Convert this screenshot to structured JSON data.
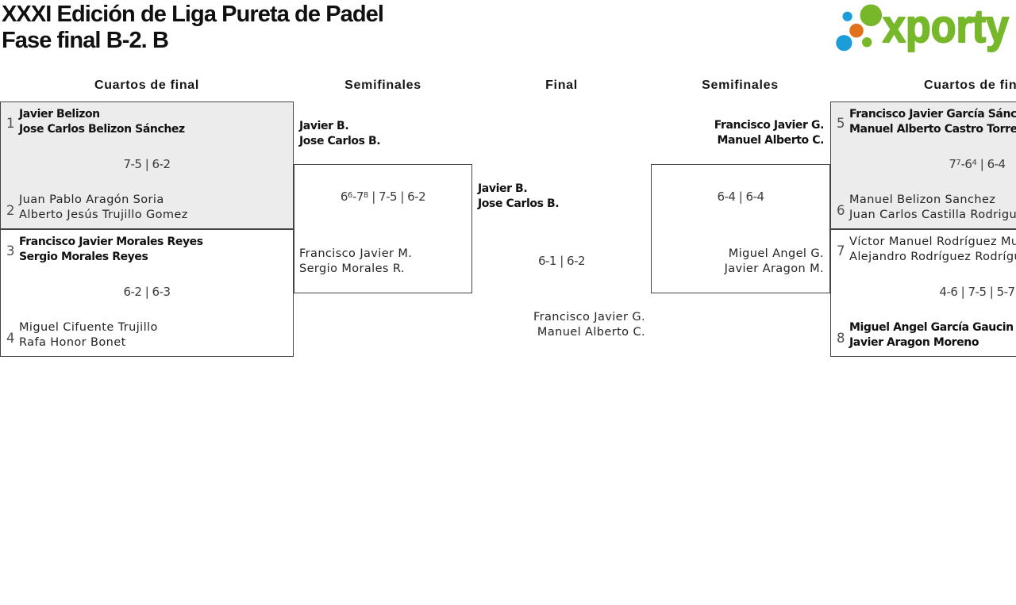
{
  "header": {
    "title_line1": "XXXI Edición de Liga Pureta de Padel",
    "title_line2": "Fase final B-2. B"
  },
  "logo": {
    "brand": "xporty",
    "colors": {
      "green": "#76b82a",
      "blue": "#1b9dd9",
      "orange": "#e2711d"
    }
  },
  "round_headers": {
    "col1": "Cuartos de final",
    "col2": "Semifinales",
    "col3": "Final",
    "col4": "Semifinales",
    "col5": "Cuartos de final"
  },
  "bracket": {
    "quarterfinals_left": [
      {
        "top": {
          "seed": "1",
          "players": [
            "Javier Belizon",
            "Jose Carlos Belizon Sánchez"
          ],
          "winner": true
        },
        "score": "7-5 | 6-2",
        "bottom": {
          "seed": "2",
          "players": [
            "Juan Pablo Aragón Soria",
            "Alberto Jesús Trujillo Gomez"
          ],
          "winner": false
        }
      },
      {
        "top": {
          "seed": "3",
          "players": [
            "Francisco Javier Morales Reyes",
            "Sergio Morales Reyes"
          ],
          "winner": true
        },
        "score": "6-2 | 6-3",
        "bottom": {
          "seed": "4",
          "players": [
            "Miguel Cifuente Trujillo",
            "Rafa Honor Bonet"
          ],
          "winner": false
        }
      }
    ],
    "semifinal_left": {
      "top": {
        "players": [
          "Javier B.",
          "Jose Carlos B."
        ],
        "winner": true
      },
      "score": "6⁶-7⁸ | 7-5 | 6-2",
      "bottom": {
        "players": [
          "Francisco Javier M.",
          "Sergio Morales R."
        ],
        "winner": false
      }
    },
    "final": {
      "top": {
        "players": [
          "Javier B.",
          "Jose Carlos B."
        ],
        "winner": true
      },
      "score": "6-1 | 6-2",
      "bottom": {
        "players": [
          "Francisco Javier G.",
          "Manuel Alberto C."
        ],
        "winner": false
      }
    },
    "semifinal_right": {
      "top": {
        "players": [
          "Francisco Javier G.",
          "Manuel Alberto C."
        ],
        "winner": true
      },
      "score": "6-4 | 6-4",
      "bottom": {
        "players": [
          "Miguel Angel G.",
          "Javier Aragon M."
        ],
        "winner": false
      }
    },
    "quarterfinals_right": [
      {
        "top": {
          "seed": "5",
          "players": [
            "Francisco Javier García Sánchez",
            "Manuel Alberto Castro Torres"
          ],
          "winner": true
        },
        "score": "7⁷-6⁴ | 6-4",
        "bottom": {
          "seed": "6",
          "players": [
            "Manuel Belizon Sanchez",
            "Juan Carlos Castilla Rodriguez"
          ],
          "winner": false
        }
      },
      {
        "top": {
          "seed": "7",
          "players": [
            "Víctor Manuel Rodríguez Muñoz",
            "Alejandro Rodríguez Rodríguez"
          ],
          "winner": false
        },
        "score": "4-6 | 7-5 | 5-7",
        "bottom": {
          "seed": "8",
          "players": [
            "Miguel Angel García Gaucin",
            "Javier Aragon Moreno"
          ],
          "winner": true
        }
      }
    ]
  }
}
